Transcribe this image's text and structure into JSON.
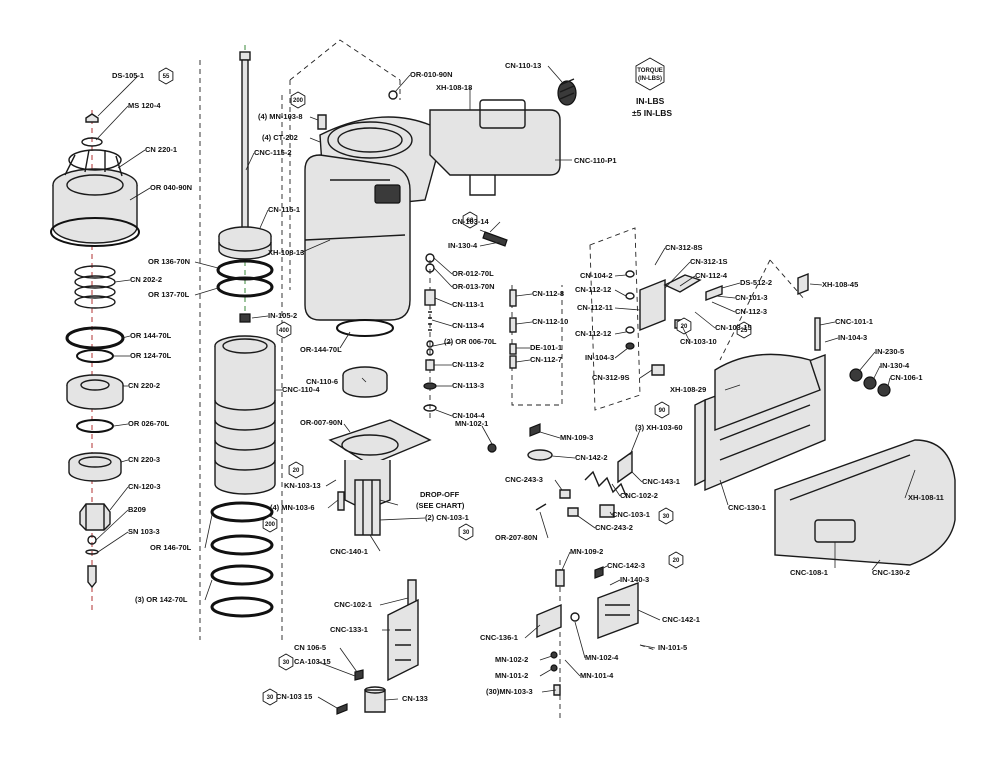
{
  "torque": {
    "badge_top": "TORQUE",
    "badge_bottom": "(IN-LBS)",
    "line1": "IN-LBS",
    "line2": "±5 IN-LBS"
  },
  "labels": [
    {
      "id": "ds-105-1",
      "text": "DS-105-1"
    },
    {
      "id": "ms-120-4",
      "text": "MS 120-4"
    },
    {
      "id": "cn-220-1",
      "text": "CN 220-1"
    },
    {
      "id": "or-040-90n",
      "text": "OR 040-90N"
    },
    {
      "id": "cn-202-2",
      "text": "CN 202-2"
    },
    {
      "id": "or-144-70l-a",
      "text": "OR 144-70L"
    },
    {
      "id": "or-124-70l",
      "text": "OR 124-70L"
    },
    {
      "id": "cn-220-2",
      "text": "CN 220-2"
    },
    {
      "id": "or-026-70l",
      "text": "OR 026-70L"
    },
    {
      "id": "cn-220-3",
      "text": "CN 220-3"
    },
    {
      "id": "cn-120-3",
      "text": "CN-120-3"
    },
    {
      "id": "b209",
      "text": "B209"
    },
    {
      "id": "sn-103-3",
      "text": "SN 103-3"
    },
    {
      "id": "or-136-70n",
      "text": "OR 136-70N"
    },
    {
      "id": "or-137-70l",
      "text": "OR 137-70L"
    },
    {
      "id": "cnc-115-2",
      "text": "CNC-115-2"
    },
    {
      "id": "cn-115-1",
      "text": "CN-115-1"
    },
    {
      "id": "in-105-2",
      "text": "IN-105-2"
    },
    {
      "id": "cnc-110-4",
      "text": "CNC-110-4"
    },
    {
      "id": "or-146-70l",
      "text": "OR 146-70L"
    },
    {
      "id": "or-142-70l",
      "text": "(3) OR 142-70L"
    },
    {
      "id": "mn-103-8",
      "text": "(4) MN-103-8"
    },
    {
      "id": "ct-202",
      "text": "(4) CT-202"
    },
    {
      "id": "or-010-90n",
      "text": "OR-010-90N"
    },
    {
      "id": "xh-108-18",
      "text": "XH-108-18"
    },
    {
      "id": "cn-110-13",
      "text": "CN-110-13"
    },
    {
      "id": "cnc-110-p1",
      "text": "CNC-110-P1"
    },
    {
      "id": "xh-108-13",
      "text": "XH-108-13"
    },
    {
      "id": "cn-103-14",
      "text": "CN-103-14"
    },
    {
      "id": "in-130-4",
      "text": "IN-130-4"
    },
    {
      "id": "or-012-70l",
      "text": "OR-012-70L"
    },
    {
      "id": "or-013-70n",
      "text": "OR-013-70N"
    },
    {
      "id": "cn-113-1",
      "text": "CN-113-1"
    },
    {
      "id": "cn-113-4",
      "text": "CN-113-4"
    },
    {
      "id": "or-006-70l",
      "text": "(2) OR 006-70L"
    },
    {
      "id": "cn-113-2",
      "text": "CN-113-2"
    },
    {
      "id": "cn-113-3",
      "text": "CN-113-3"
    },
    {
      "id": "cn-104-4",
      "text": "CN-104-4"
    },
    {
      "id": "cn-112-8",
      "text": "CN-112-8"
    },
    {
      "id": "cn-112-10",
      "text": "CN-112-10"
    },
    {
      "id": "de-101-1",
      "text": "DE-101-1"
    },
    {
      "id": "cn-112-7",
      "text": "CN-112-7"
    },
    {
      "id": "or-144-70l-b",
      "text": "OR-144-70L"
    },
    {
      "id": "cn-110-6",
      "text": "CN-110-6"
    },
    {
      "id": "or-007-90n",
      "text": "OR-007-90N"
    },
    {
      "id": "kn-103-13",
      "text": "KN-103-13"
    },
    {
      "id": "mn-103-6",
      "text": "(4) MN-103-6"
    },
    {
      "id": "drop-off",
      "text": "DROP-OFF"
    },
    {
      "id": "see-chart",
      "text": "(SEE CHART)"
    },
    {
      "id": "cn-103-1",
      "text": "(2) CN-103-1"
    },
    {
      "id": "cnc-140-1",
      "text": "CNC-140-1"
    },
    {
      "id": "mn-102-1",
      "text": "MN-102-1"
    },
    {
      "id": "mn-109-3",
      "text": "MN-109-3"
    },
    {
      "id": "cn-142-2",
      "text": "CN-142-2"
    },
    {
      "id": "xh-103-60",
      "text": "(3) XH-103-60"
    },
    {
      "id": "cnc-243-3",
      "text": "CNC-243-3"
    },
    {
      "id": "cnc-102-2",
      "text": "CNC-102-2"
    },
    {
      "id": "cnc-143-1",
      "text": "CNC-143-1"
    },
    {
      "id": "cnc-103-1",
      "text": "CNC-103-1"
    },
    {
      "id": "cnc-243-2",
      "text": "CNC-243-2"
    },
    {
      "id": "or-207-80n",
      "text": "OR-207-80N"
    },
    {
      "id": "cn-104-2",
      "text": "CN-104-2"
    },
    {
      "id": "cn-112-12a",
      "text": "CN-112-12"
    },
    {
      "id": "cn-112-11",
      "text": "CN-112-11"
    },
    {
      "id": "cn-112-12b",
      "text": "CN-112-12"
    },
    {
      "id": "in-104-3",
      "text": "IN-104-3"
    },
    {
      "id": "cn-312-9s",
      "text": "CN-312-9S"
    },
    {
      "id": "cn-312-8s",
      "text": "CN-312-8S"
    },
    {
      "id": "cn-312-1s",
      "text": "CN-312-1S"
    },
    {
      "id": "cn-112-4",
      "text": "CN-112-4"
    },
    {
      "id": "ds-512-2",
      "text": "DS-512-2"
    },
    {
      "id": "cn-101-3",
      "text": "CN-101-3"
    },
    {
      "id": "cn-112-3",
      "text": "CN-112-3"
    },
    {
      "id": "cn-103-15a",
      "text": "CN-103-15"
    },
    {
      "id": "cn-103-10",
      "text": "CN-103-10"
    },
    {
      "id": "xh-108-45",
      "text": "XH-108-45"
    },
    {
      "id": "cnc-101-1",
      "text": "CNC-101-1"
    },
    {
      "id": "in-104-3b",
      "text": "IN-104-3"
    },
    {
      "id": "in-230-5",
      "text": "IN-230-5"
    },
    {
      "id": "in-130-4b",
      "text": "IN-130-4"
    },
    {
      "id": "cn-106-1",
      "text": "CN-106-1"
    },
    {
      "id": "xh-108-29",
      "text": "XH-108-29"
    },
    {
      "id": "cnc-130-1",
      "text": "CNC-130-1"
    },
    {
      "id": "xh-108-11",
      "text": "XH-108-11"
    },
    {
      "id": "cnc-108-1",
      "text": "CNC-108-1"
    },
    {
      "id": "cnc-130-2",
      "text": "CNC-130-2"
    },
    {
      "id": "mn-109-2",
      "text": "MN-109-2"
    },
    {
      "id": "cnc-142-3",
      "text": "CNC-142-3"
    },
    {
      "id": "in-140-3",
      "text": "IN-140-3"
    },
    {
      "id": "cnc-142-1",
      "text": "CNC-142-1"
    },
    {
      "id": "in-101-5",
      "text": "IN-101-5"
    },
    {
      "id": "cnc-136-1",
      "text": "CNC-136-1"
    },
    {
      "id": "mn-102-4",
      "text": "MN-102-4"
    },
    {
      "id": "mn-102-2",
      "text": "MN-102-2"
    },
    {
      "id": "mn-101-2",
      "text": "MN-101-2"
    },
    {
      "id": "mn-101-4",
      "text": "MN-101-4"
    },
    {
      "id": "mn-103-3",
      "text": "(30)MN-103-3"
    },
    {
      "id": "cnc-102-1",
      "text": "CNC-102-1"
    },
    {
      "id": "cnc-133-1",
      "text": "CNC-133-1"
    },
    {
      "id": "cn-106-5",
      "text": "CN 106-5"
    },
    {
      "id": "ca-103-15",
      "text": "CA-103-15"
    },
    {
      "id": "cn-103-15b",
      "text": "CN-103 15"
    },
    {
      "id": "cn-133",
      "text": "CN-133"
    }
  ],
  "torque_values": [
    {
      "id": "t55",
      "text": "55"
    },
    {
      "id": "t200",
      "text": "200"
    },
    {
      "id": "t400",
      "text": "400"
    },
    {
      "id": "t60",
      "text": "60"
    },
    {
      "id": "t20a",
      "text": "20"
    },
    {
      "id": "t25",
      "text": "25"
    },
    {
      "id": "t90",
      "text": "90"
    },
    {
      "id": "t20b",
      "text": "20"
    },
    {
      "id": "t200b",
      "text": "200"
    },
    {
      "id": "t30a",
      "text": "30"
    },
    {
      "id": "t30b",
      "text": "30"
    },
    {
      "id": "t30c",
      "text": "30"
    },
    {
      "id": "t30d",
      "text": "30"
    },
    {
      "id": "t20c",
      "text": "20"
    }
  ]
}
